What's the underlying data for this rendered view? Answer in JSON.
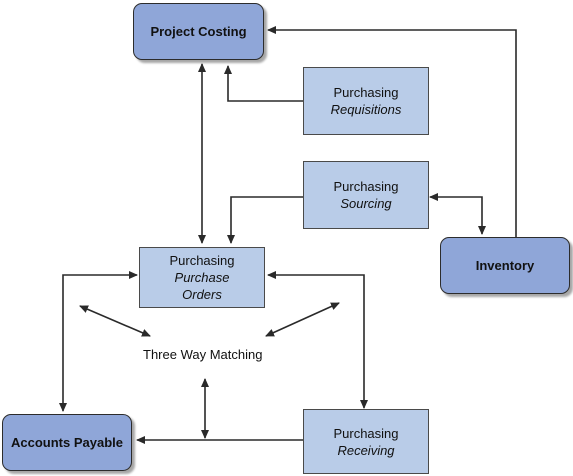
{
  "nodes": {
    "project_costing": "Project Costing",
    "inventory": "Inventory",
    "accounts_payable": "Accounts Payable",
    "requisitions": {
      "line1": "Purchasing",
      "line2": "Requisitions"
    },
    "sourcing": {
      "line1": "Purchasing",
      "line2": "Sourcing"
    },
    "purchase_orders": {
      "line1": "Purchasing",
      "line2": "Purchase",
      "line3": "Orders"
    },
    "receiving": {
      "line1": "Purchasing",
      "line2": "Receiving"
    }
  },
  "center_label": "Three Way Matching",
  "colors": {
    "major_fill": "#8fa6d8",
    "minor_fill": "#b9cce8",
    "line": "#2a2a2a"
  }
}
